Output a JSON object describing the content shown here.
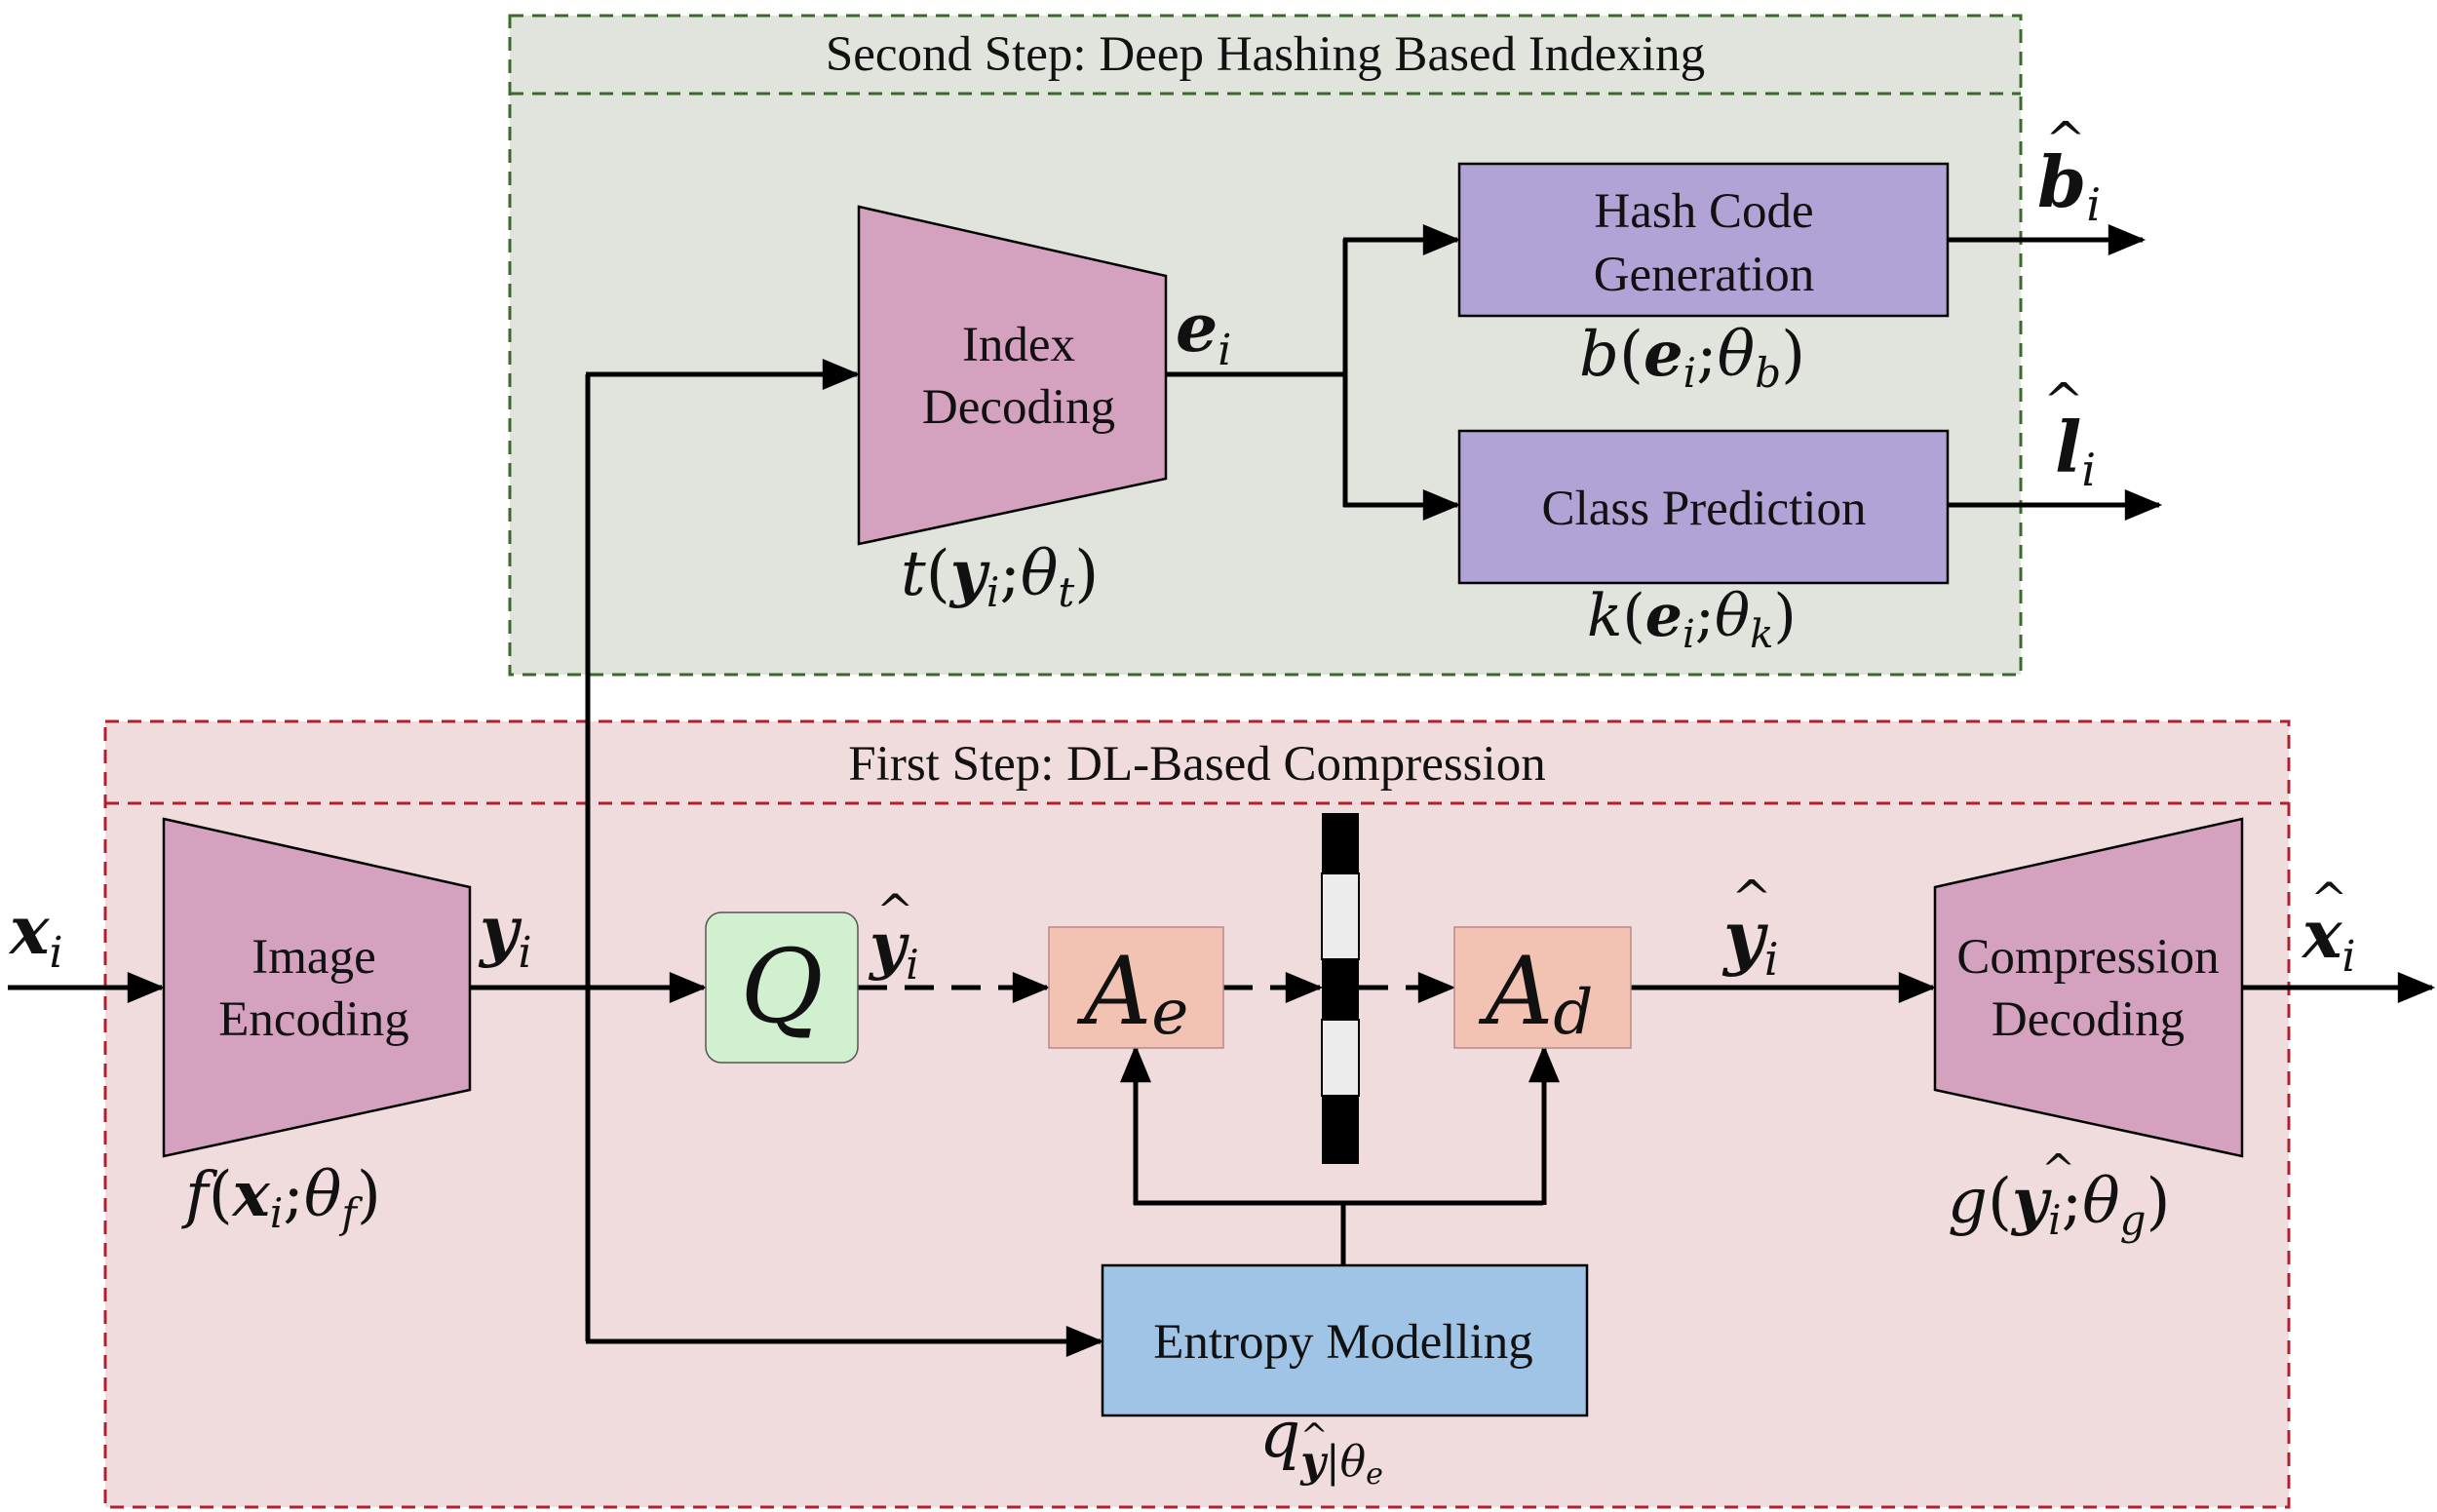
{
  "colors": {
    "second_step_bg": "#e0e4dd",
    "second_step_border": "#3a6a2a",
    "first_step_bg": "#f0dcdd",
    "first_step_border": "#b1202e",
    "trapezoid_fill": "#d4a1bf",
    "hash_box_fill": "#b2a3d6",
    "quantizer_fill": "#d1f0cf",
    "coder_fill": "#f2c3b3",
    "entropy_fill": "#a0c4e6",
    "line": "#000000"
  },
  "second_step": {
    "title": "Second Step: Deep Hashing Based Indexing",
    "index_decoding": {
      "line1": "Index",
      "line2": "Decoding",
      "func_name": "t",
      "func_arg": "y",
      "func_sub": "i",
      "func_theta_sub": "t"
    },
    "e_label": {
      "sym": "e",
      "sub": "i"
    },
    "hash_code": {
      "line1": "Hash Code",
      "line2": "Generation",
      "func_name": "b",
      "func_arg": "e",
      "func_sub": "i",
      "func_theta_sub": "b"
    },
    "class_prediction": {
      "label": "Class Prediction",
      "func_name": "k",
      "func_arg": "e",
      "func_sub": "i",
      "func_theta_sub": "k"
    },
    "b_out": {
      "sym": "b",
      "sub": "i"
    },
    "l_out": {
      "sym": "l",
      "sub": "i"
    }
  },
  "first_step": {
    "title": "First Step: DL-Based Compression",
    "x_in": {
      "sym": "x",
      "sub": "i"
    },
    "image_encoding": {
      "line1": "Image",
      "line2": "Encoding",
      "func_name": "f",
      "func_arg": "x",
      "func_sub": "i",
      "func_theta_sub": "f"
    },
    "y_label": {
      "sym": "y",
      "sub": "i"
    },
    "quantizer": {
      "label": "Q"
    },
    "yhat_label1": {
      "sym": "y",
      "sub": "i"
    },
    "encoder_coder": {
      "sym": "A",
      "sub": "e"
    },
    "decoder_coder": {
      "sym": "A",
      "sub": "d"
    },
    "yhat_label2": {
      "sym": "y",
      "sub": "i"
    },
    "compression_decoding": {
      "line1": "Compression",
      "line2": "Decoding",
      "func_name": "g",
      "func_arg": "y",
      "func_sub": "i",
      "func_theta_sub": "g"
    },
    "x_out": {
      "sym": "x",
      "sub": "i"
    },
    "entropy": {
      "label": "Entropy Modelling",
      "q_sym": "q",
      "q_sub_y": "y",
      "q_sub_theta": "θ",
      "q_sub_theta_sub": "e"
    }
  },
  "symbols": {
    "theta": "θ",
    "semicolon": ";",
    "lparen": "(",
    "rparen": ")",
    "hat": "^",
    "bar": "|"
  }
}
